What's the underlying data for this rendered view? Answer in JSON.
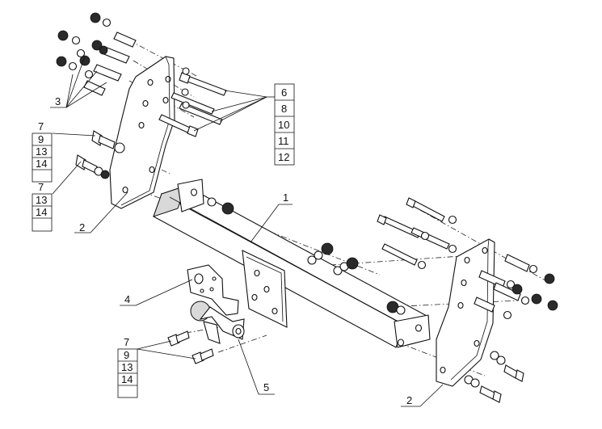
{
  "callouts": {
    "c1": "1",
    "c2_left": "2",
    "c2_right": "2",
    "c3": "3",
    "c4": "4",
    "c5": "5",
    "stack_right": [
      "6",
      "8",
      "10",
      "11",
      "12"
    ],
    "stack_left_top": [
      "7",
      "9",
      "13",
      "14"
    ],
    "stack_left_mid": [
      "7",
      "13",
      "14"
    ],
    "stack_bottom": [
      "7",
      "9",
      "13",
      "14"
    ]
  }
}
